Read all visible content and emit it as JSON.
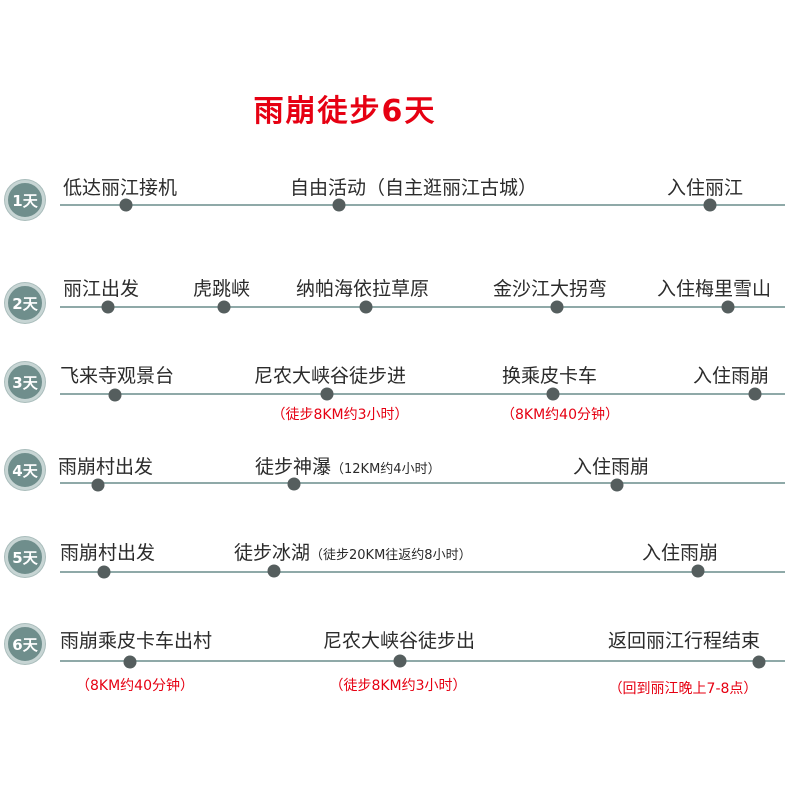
{
  "title": "雨崩徒步6天",
  "days": [
    {
      "badge": "1天",
      "stops": [
        {
          "label": "低达丽江接机"
        },
        {
          "label": "自由活动（自主逛丽江古城）"
        },
        {
          "label": "入住丽江"
        }
      ]
    },
    {
      "badge": "2天",
      "stops": [
        {
          "label": "丽江出发"
        },
        {
          "label": "虎跳峡"
        },
        {
          "label": "纳帕海依拉草原"
        },
        {
          "label": "金沙江大拐弯"
        },
        {
          "label": "入住梅里雪山"
        }
      ]
    },
    {
      "badge": "3天",
      "stops": [
        {
          "label": "飞来寺观景台"
        },
        {
          "label": "尼农大峡谷徒步进",
          "note": "（徒步8KM约3小时）"
        },
        {
          "label": "换乘皮卡车",
          "note": "（8KM约40分钟）"
        },
        {
          "label": "入住雨崩"
        }
      ]
    },
    {
      "badge": "4天",
      "stops": [
        {
          "label": "雨崩村出发"
        },
        {
          "label": "徒步神瀑",
          "inline": "（12KM约4小时）"
        },
        {
          "label": "入住雨崩"
        }
      ]
    },
    {
      "badge": "5天",
      "stops": [
        {
          "label": "雨崩村出发"
        },
        {
          "label": "徒步冰湖",
          "inline": "（徒步20KM往返约8小时）"
        },
        {
          "label": "入住雨崩"
        }
      ]
    },
    {
      "badge": "6天",
      "stops": [
        {
          "label": "雨崩乘皮卡车出村",
          "note": "（8KM约40分钟）"
        },
        {
          "label": "尼农大峡谷徒步出",
          "note": "（徒步8KM约3小时）"
        },
        {
          "label": "返回丽江行程结束",
          "note": "（回到丽江晚上7-8点）"
        }
      ]
    }
  ]
}
